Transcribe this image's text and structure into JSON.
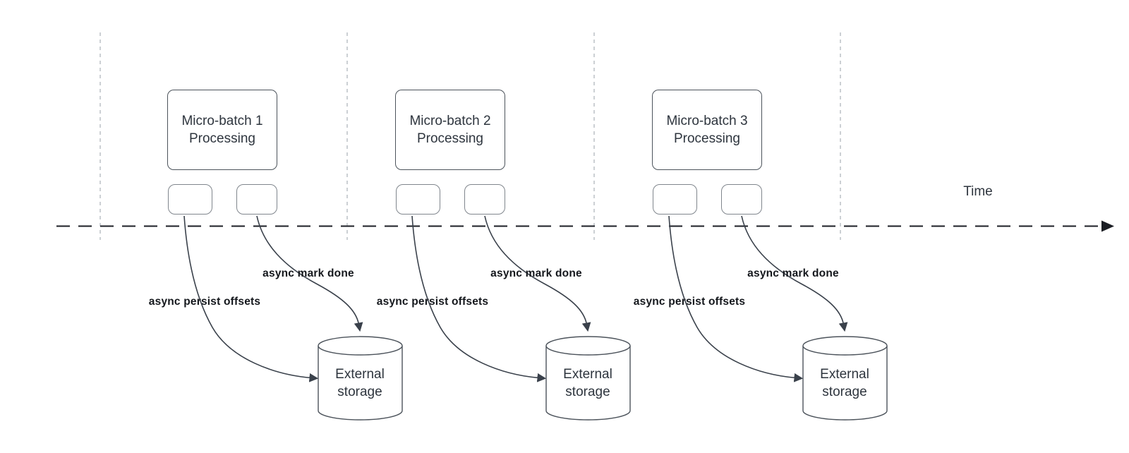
{
  "axis": {
    "label": "Time"
  },
  "columns": [
    {
      "process": "Micro-batch 1\nProcessing",
      "persist": "async persist offsets",
      "done": "async mark done",
      "storage": "External\nstorage"
    },
    {
      "process": "Micro-batch 2\nProcessing",
      "persist": "async persist offsets",
      "done": "async mark done",
      "storage": "External\nstorage"
    },
    {
      "process": "Micro-batch 3\nProcessing",
      "persist": "async persist offsets",
      "done": "async mark done",
      "storage": "External\nstorage"
    }
  ],
  "colors": {
    "canvas-bg": "#ffffff",
    "axis-ink": "#1b1e24",
    "guide-line": "#b7bcc2",
    "arrow-ink": "#3a414b",
    "shape-border": "#4c535b",
    "small-box-border": "#80868d",
    "shape-text": "#2e353e",
    "label-text": "#14171c"
  }
}
